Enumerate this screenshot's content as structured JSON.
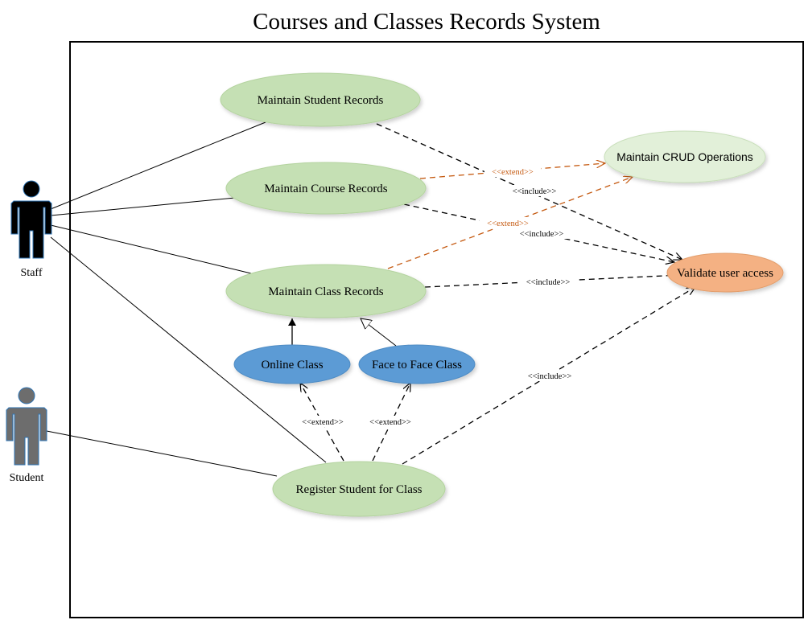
{
  "title": "Courses and Classes Records System",
  "actors": {
    "staff": {
      "label": "Staff",
      "color": "#000000"
    },
    "student": {
      "label": "Student",
      "color": "#6d6d6d"
    }
  },
  "use_cases": {
    "maintain_student": {
      "label": "Maintain Student Records",
      "fill": "#c5e0b4"
    },
    "maintain_course": {
      "label": "Maintain Course Records",
      "fill": "#c5e0b4"
    },
    "maintain_class": {
      "label": "Maintain Class Records",
      "fill": "#c5e0b4"
    },
    "online_class": {
      "label": "Online Class",
      "fill": "#5b9bd5"
    },
    "face_to_face": {
      "label": "Face to Face Class",
      "fill": "#5b9bd5"
    },
    "register_student": {
      "label": "Register Student for Class",
      "fill": "#c5e0b4"
    },
    "maintain_crud": {
      "label": "Maintain CRUD Operations",
      "fill": "#e2f0d9"
    },
    "validate_access": {
      "label": "Validate user access",
      "fill": "#f4b183"
    }
  },
  "relations": {
    "extend_label": "<<extend>>",
    "include_label": "<<include>>",
    "extend_color": "#c55a11",
    "include_color": "#000000"
  }
}
